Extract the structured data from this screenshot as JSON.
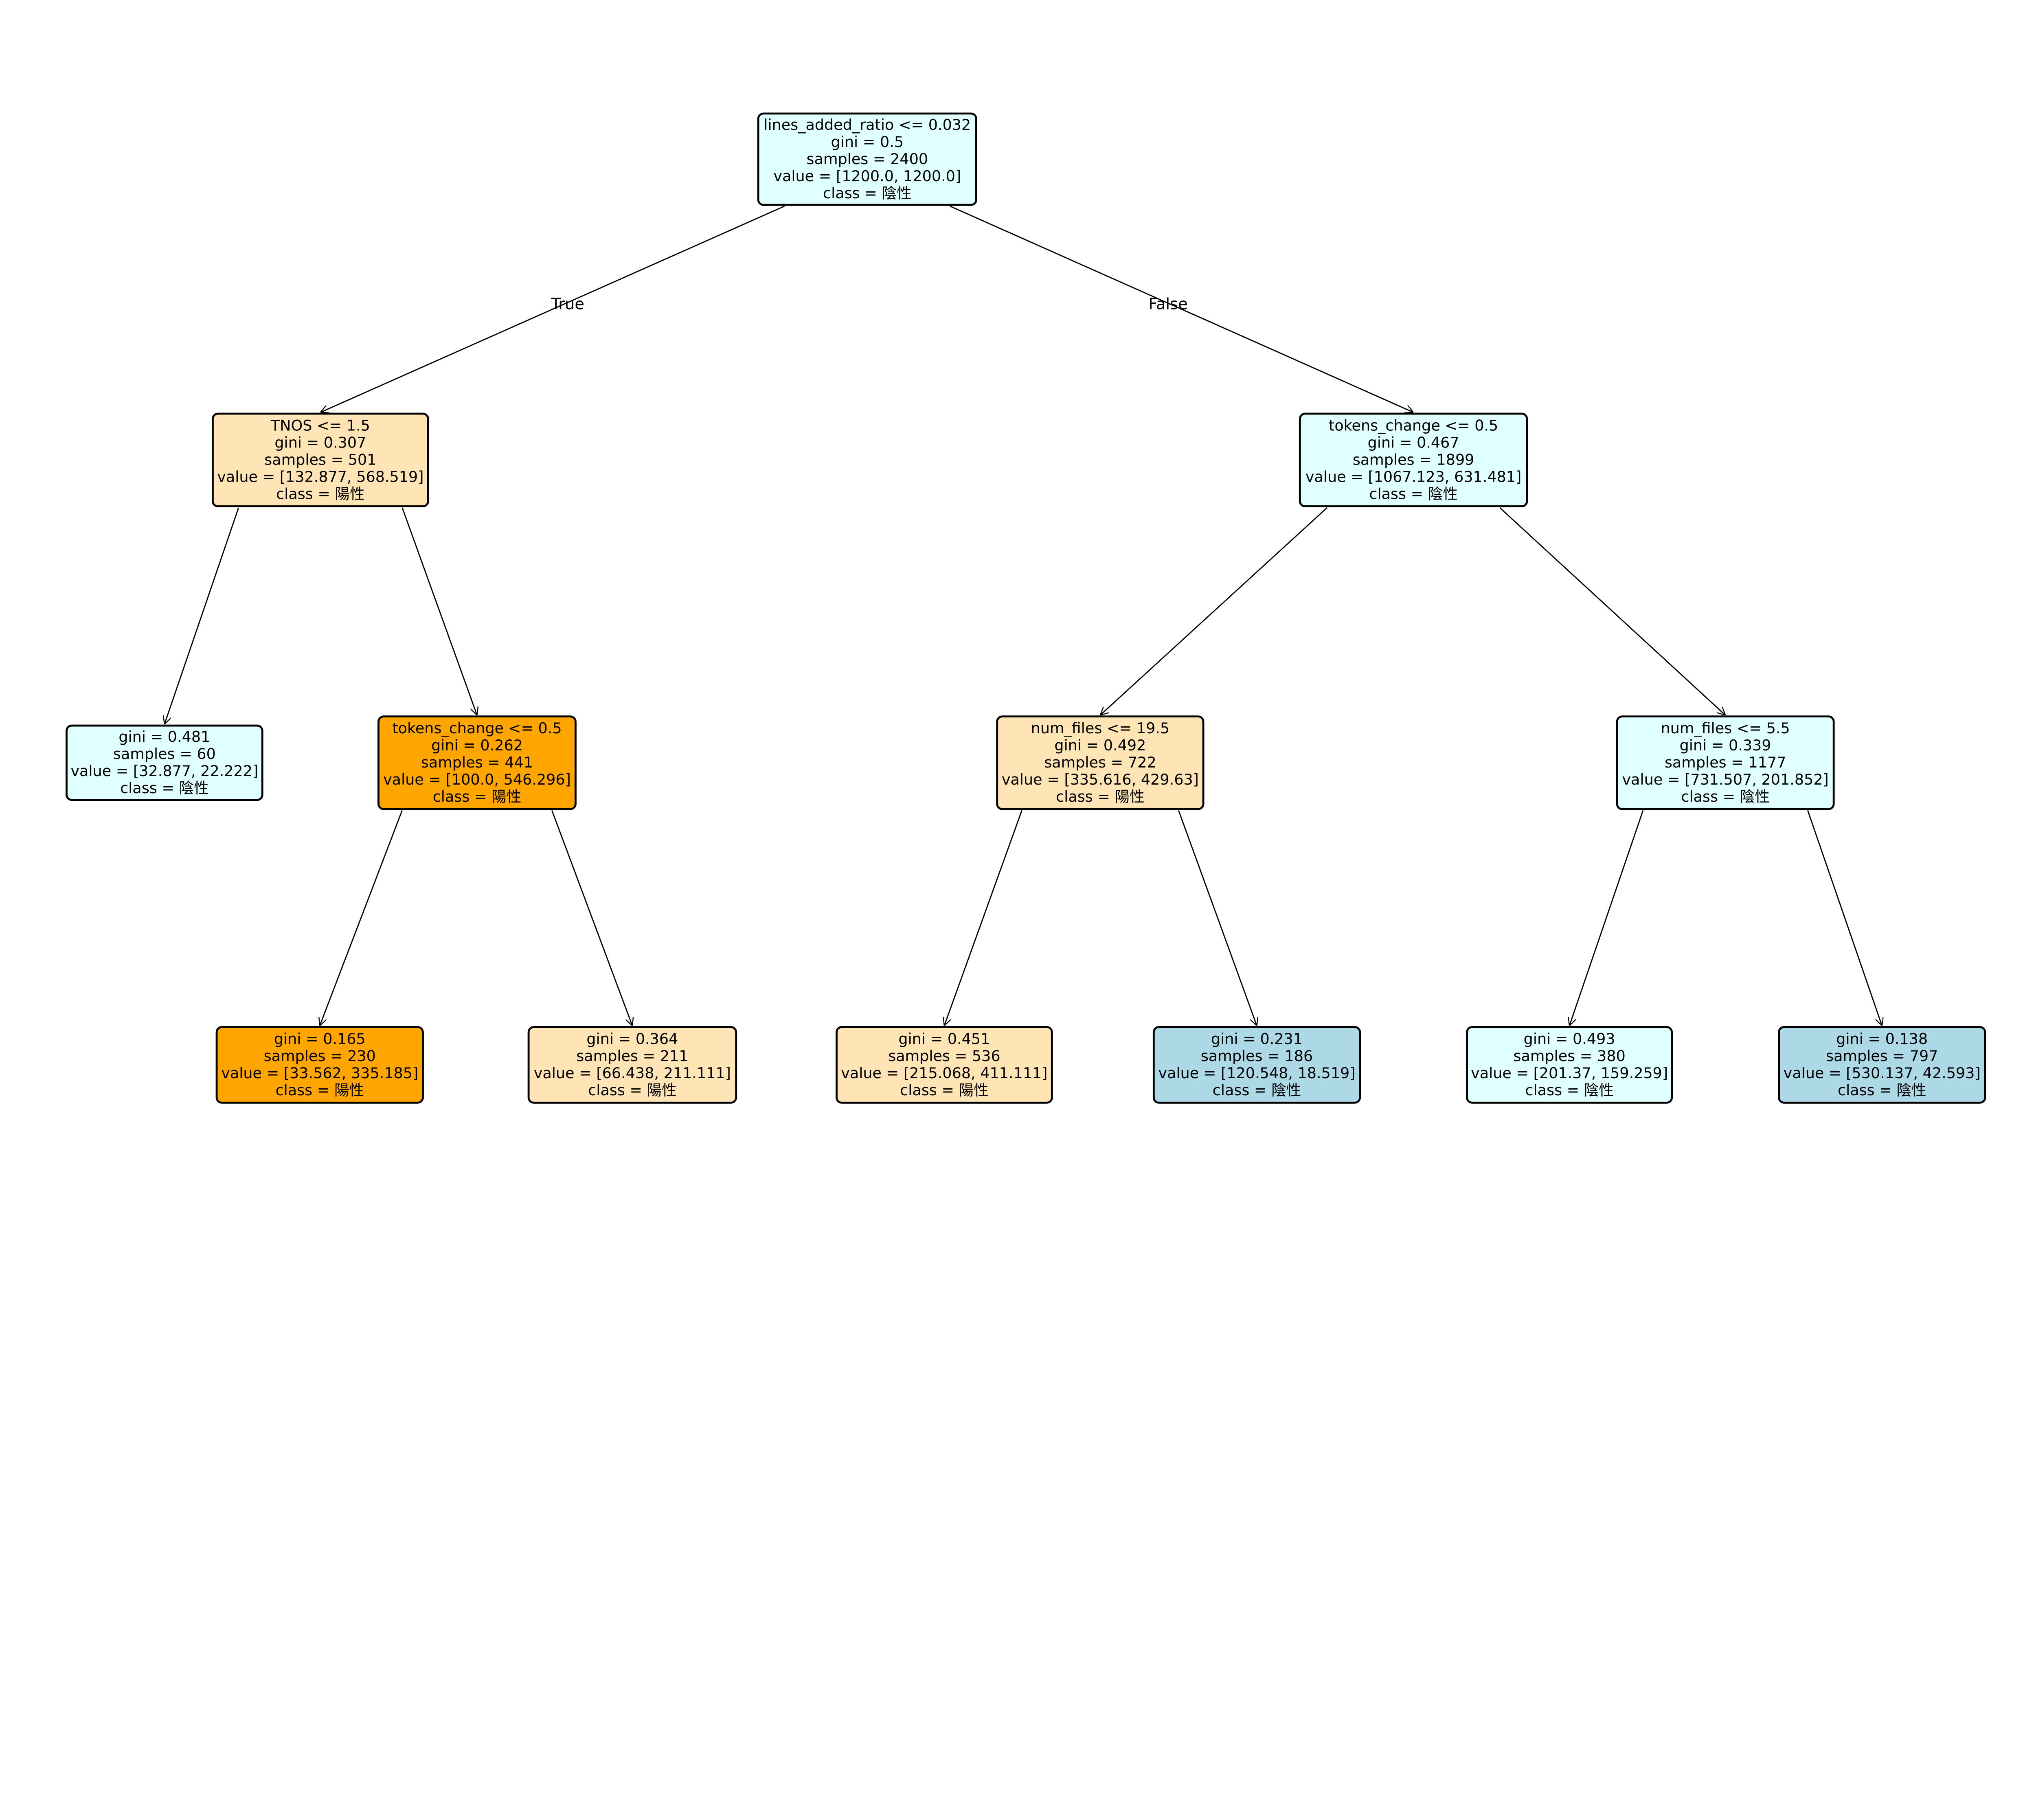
{
  "chart_data": {
    "type": "decision-tree",
    "edge_labels": {
      "true": "True",
      "false": "False"
    },
    "colors": {
      "negative_light": "#e0ffff",
      "positive_light": "#ffe4b5",
      "positive_strong": "#ffa500",
      "negative_strong": "#add8e6"
    },
    "nodes": [
      {
        "id": "n0",
        "lines": [
          "lines_added_ratio <= 0.032",
          "gini = 0.5",
          "samples = 2400",
          "value = [1200.0, 1200.0]",
          "class = 陰性"
        ],
        "fill": "#e0ffff"
      },
      {
        "id": "n1",
        "parent": "n0",
        "lines": [
          "TNOS <= 1.5",
          "gini = 0.307",
          "samples = 501",
          "value = [132.877, 568.519]",
          "class = 陽性"
        ],
        "fill": "#ffe4b5"
      },
      {
        "id": "n2",
        "parent": "n1",
        "lines": [
          "gini = 0.481",
          "samples = 60",
          "value = [32.877, 22.222]",
          "class = 陰性"
        ],
        "fill": "#e0ffff"
      },
      {
        "id": "n3",
        "parent": "n1",
        "lines": [
          "tokens_change <= 0.5",
          "gini = 0.262",
          "samples = 441",
          "value = [100.0, 546.296]",
          "class = 陽性"
        ],
        "fill": "#ffa500"
      },
      {
        "id": "n4",
        "parent": "n3",
        "lines": [
          "gini = 0.165",
          "samples = 230",
          "value = [33.562, 335.185]",
          "class = 陽性"
        ],
        "fill": "#ffa500"
      },
      {
        "id": "n5",
        "parent": "n3",
        "lines": [
          "gini = 0.364",
          "samples = 211",
          "value = [66.438, 211.111]",
          "class = 陽性"
        ],
        "fill": "#ffe4b5"
      },
      {
        "id": "n6",
        "parent": "n0",
        "lines": [
          "tokens_change <= 0.5",
          "gini = 0.467",
          "samples = 1899",
          "value = [1067.123, 631.481]",
          "class = 陰性"
        ],
        "fill": "#e0ffff"
      },
      {
        "id": "n7",
        "parent": "n6",
        "lines": [
          "num_files <= 19.5",
          "gini = 0.492",
          "samples = 722",
          "value = [335.616, 429.63]",
          "class = 陽性"
        ],
        "fill": "#ffe4b5"
      },
      {
        "id": "n8",
        "parent": "n7",
        "lines": [
          "gini = 0.451",
          "samples = 536",
          "value = [215.068, 411.111]",
          "class = 陽性"
        ],
        "fill": "#ffe4b5"
      },
      {
        "id": "n9",
        "parent": "n7",
        "lines": [
          "gini = 0.231",
          "samples = 186",
          "value = [120.548, 18.519]",
          "class = 陰性"
        ],
        "fill": "#add8e6"
      },
      {
        "id": "n10",
        "parent": "n6",
        "lines": [
          "num_files <= 5.5",
          "gini = 0.339",
          "samples = 1177",
          "value = [731.507, 201.852]",
          "class = 陰性"
        ],
        "fill": "#e0ffff"
      },
      {
        "id": "n11",
        "parent": "n10",
        "lines": [
          "gini = 0.493",
          "samples = 380",
          "value = [201.37, 159.259]",
          "class = 陰性"
        ],
        "fill": "#e0ffff"
      },
      {
        "id": "n12",
        "parent": "n10",
        "lines": [
          "gini = 0.138",
          "samples = 797",
          "value = [530.137, 42.593]",
          "class = 陰性"
        ],
        "fill": "#add8e6"
      }
    ]
  }
}
